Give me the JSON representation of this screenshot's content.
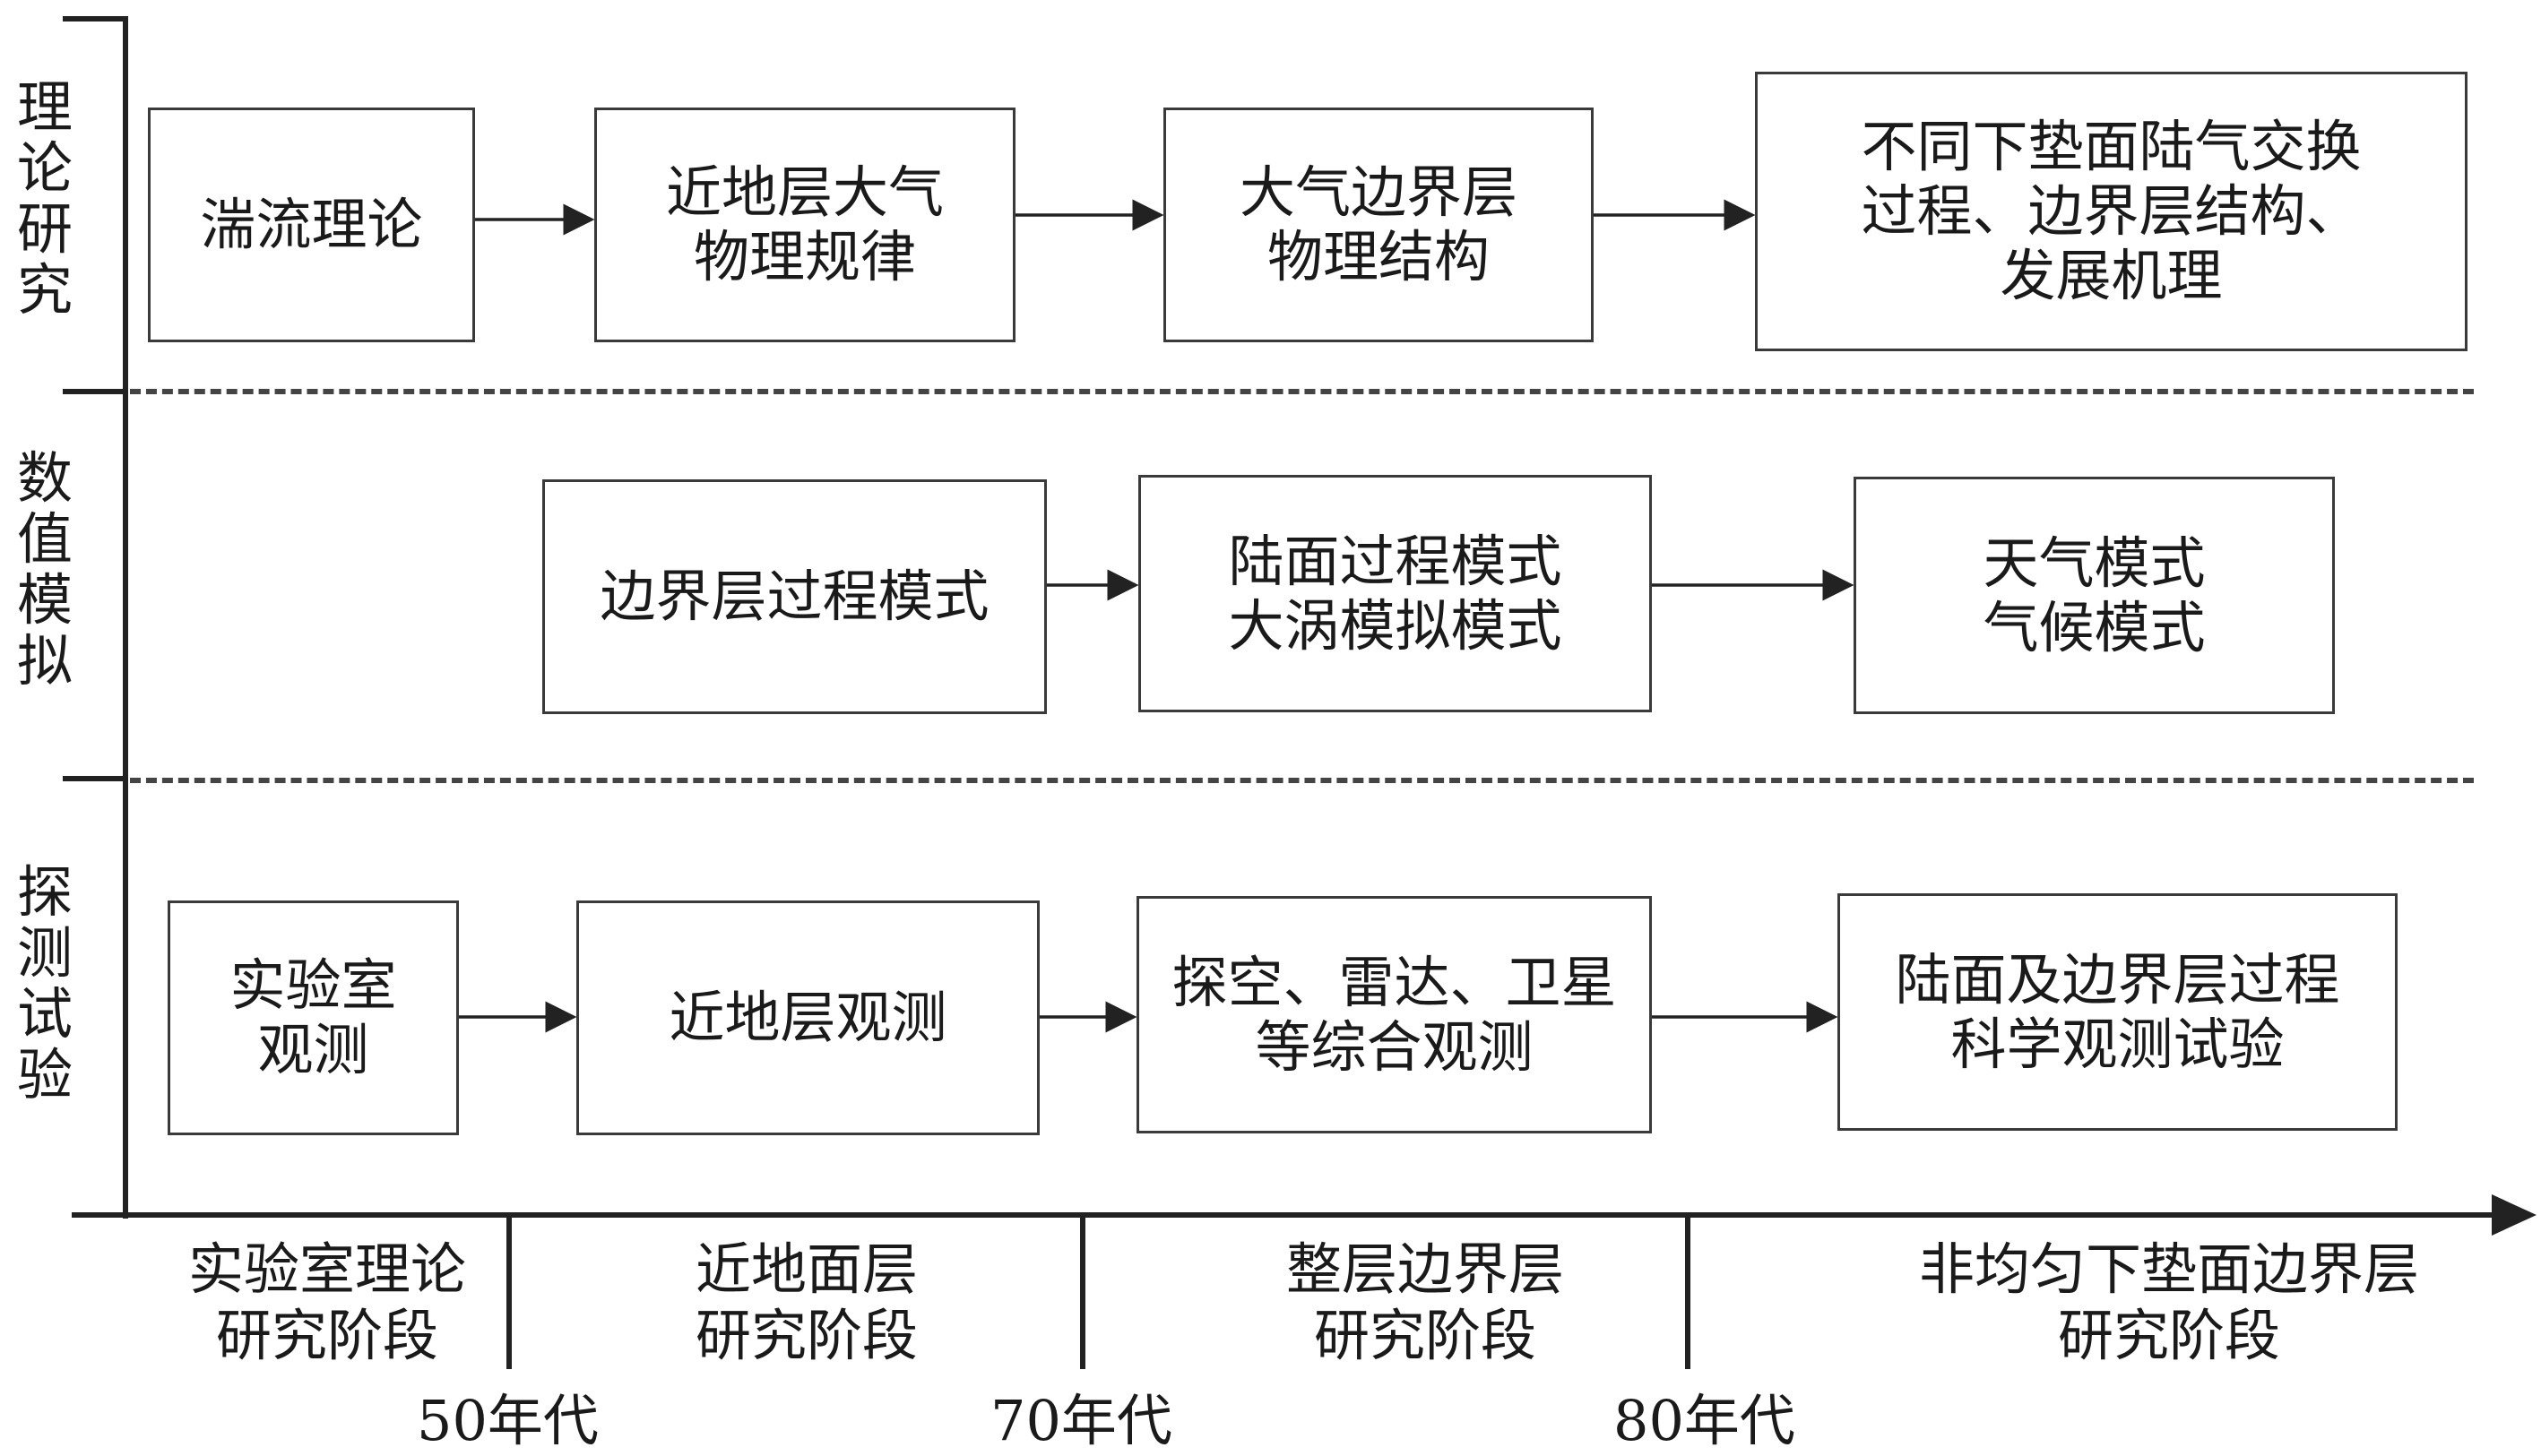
{
  "rows": {
    "theory": "理\n论\n研\n究",
    "numerical": "数\n值\n模\n拟",
    "observation": "探\n测\n试\n验"
  },
  "theory_boxes": [
    "湍流理论",
    "近地层大气\n物理规律",
    "大气边界层\n物理结构",
    "不同下垫面陆气交换\n过程、边界层结构、\n发展机理"
  ],
  "model_boxes": [
    "边界层过程模式",
    "陆面过程模式\n大涡模拟模式",
    "天气模式\n气候模式"
  ],
  "observation_boxes": [
    "实验室\n观测",
    "近地层观测",
    "探空、雷达、卫星\n等综合观测",
    "陆面及边界层过程\n科学观测试验"
  ],
  "stages": [
    "实验室理论\n研究阶段",
    "近地面层\n研究阶段",
    "整层边界层\n研究阶段",
    "非均匀下垫面边界层\n研究阶段"
  ],
  "decades": [
    "50年代",
    "70年代",
    "80年代"
  ]
}
